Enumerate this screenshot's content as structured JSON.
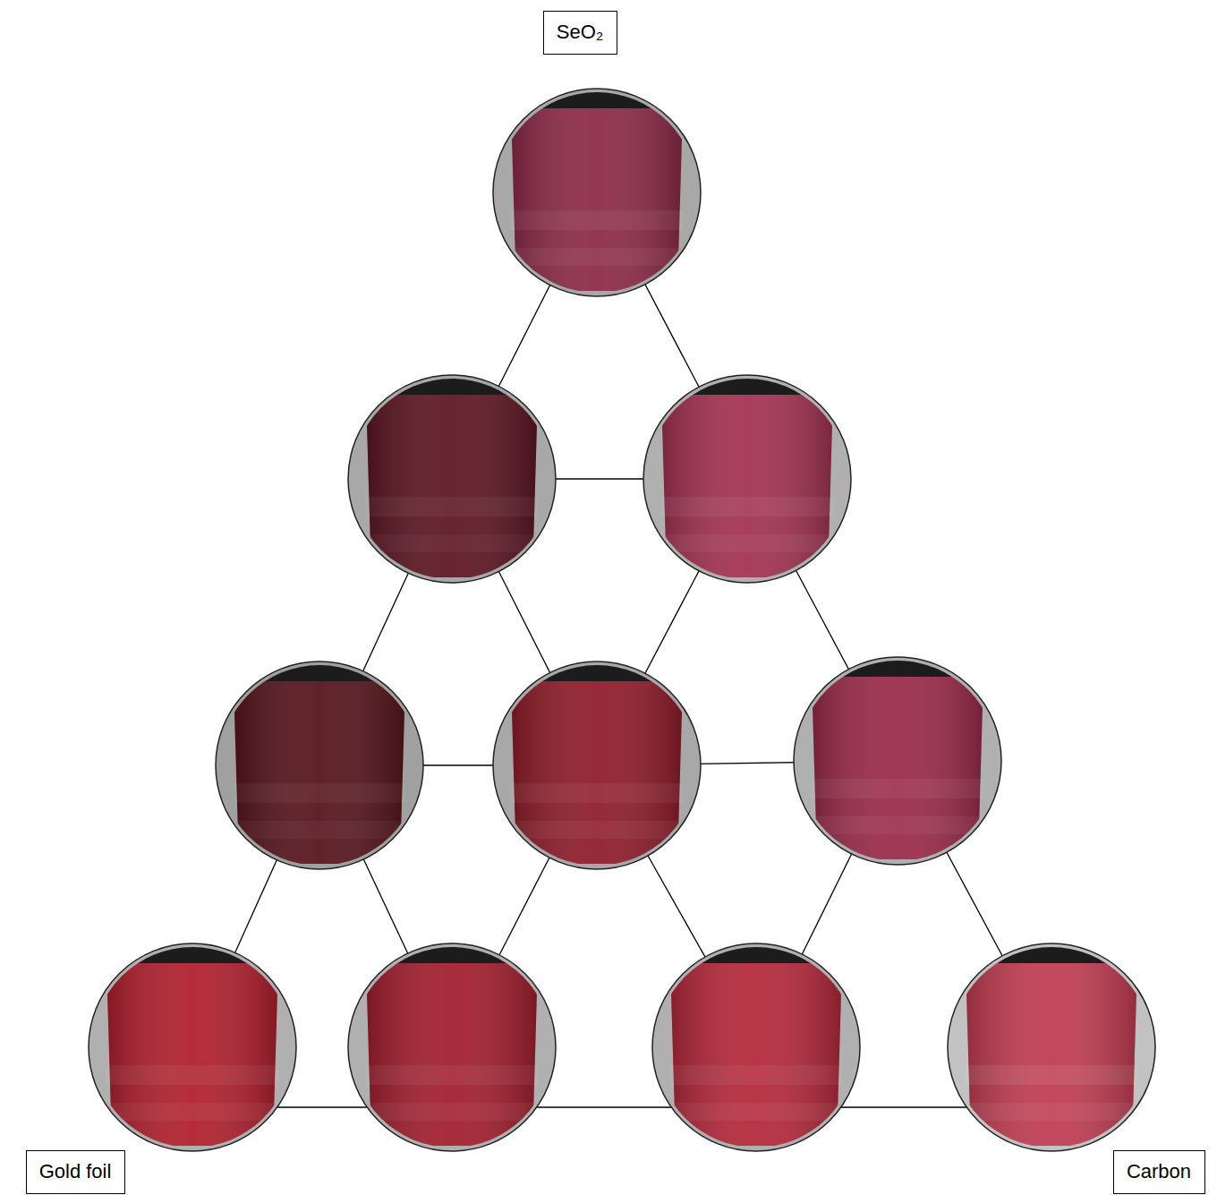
{
  "diagram": {
    "nodes": [
      {
        "text": [
          "SeO₂"
        ]
      },
      {
        "text": [
          "Gold foil"
        ]
      },
      {
        "text": [
          "Carbon"
        ]
      }
    ]
  }
}
